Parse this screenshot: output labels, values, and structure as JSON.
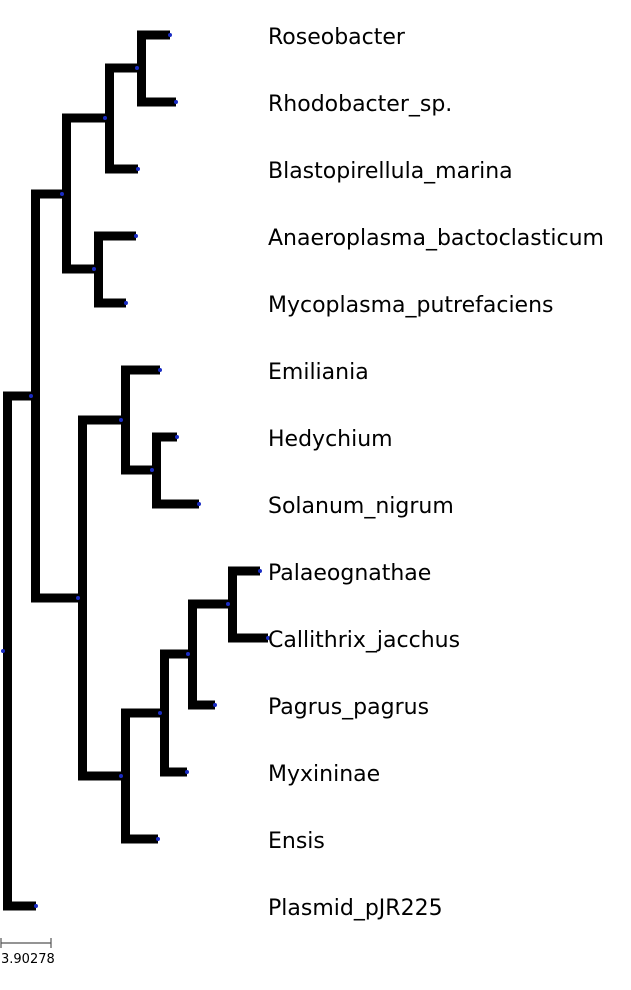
{
  "tree": {
    "leaves": [
      "Roseobacter",
      "Rhodobacter_sp.",
      "Blastopirellula_marina",
      "Anaeroplasma_bactoclasticum",
      "Mycoplasma_putrefaciens",
      "Emiliania",
      "Hedychium",
      "Solanum_nigrum",
      "Palaeognathae",
      "Callithrix_jacchus",
      "Pagrus_pagrus",
      "Myxininae",
      "Ensis",
      "Plasmid_pJR225"
    ],
    "scale_bar_label": "3.90278"
  },
  "colors": {
    "branch": "#000000",
    "node_dot": "#1a2cc4"
  }
}
